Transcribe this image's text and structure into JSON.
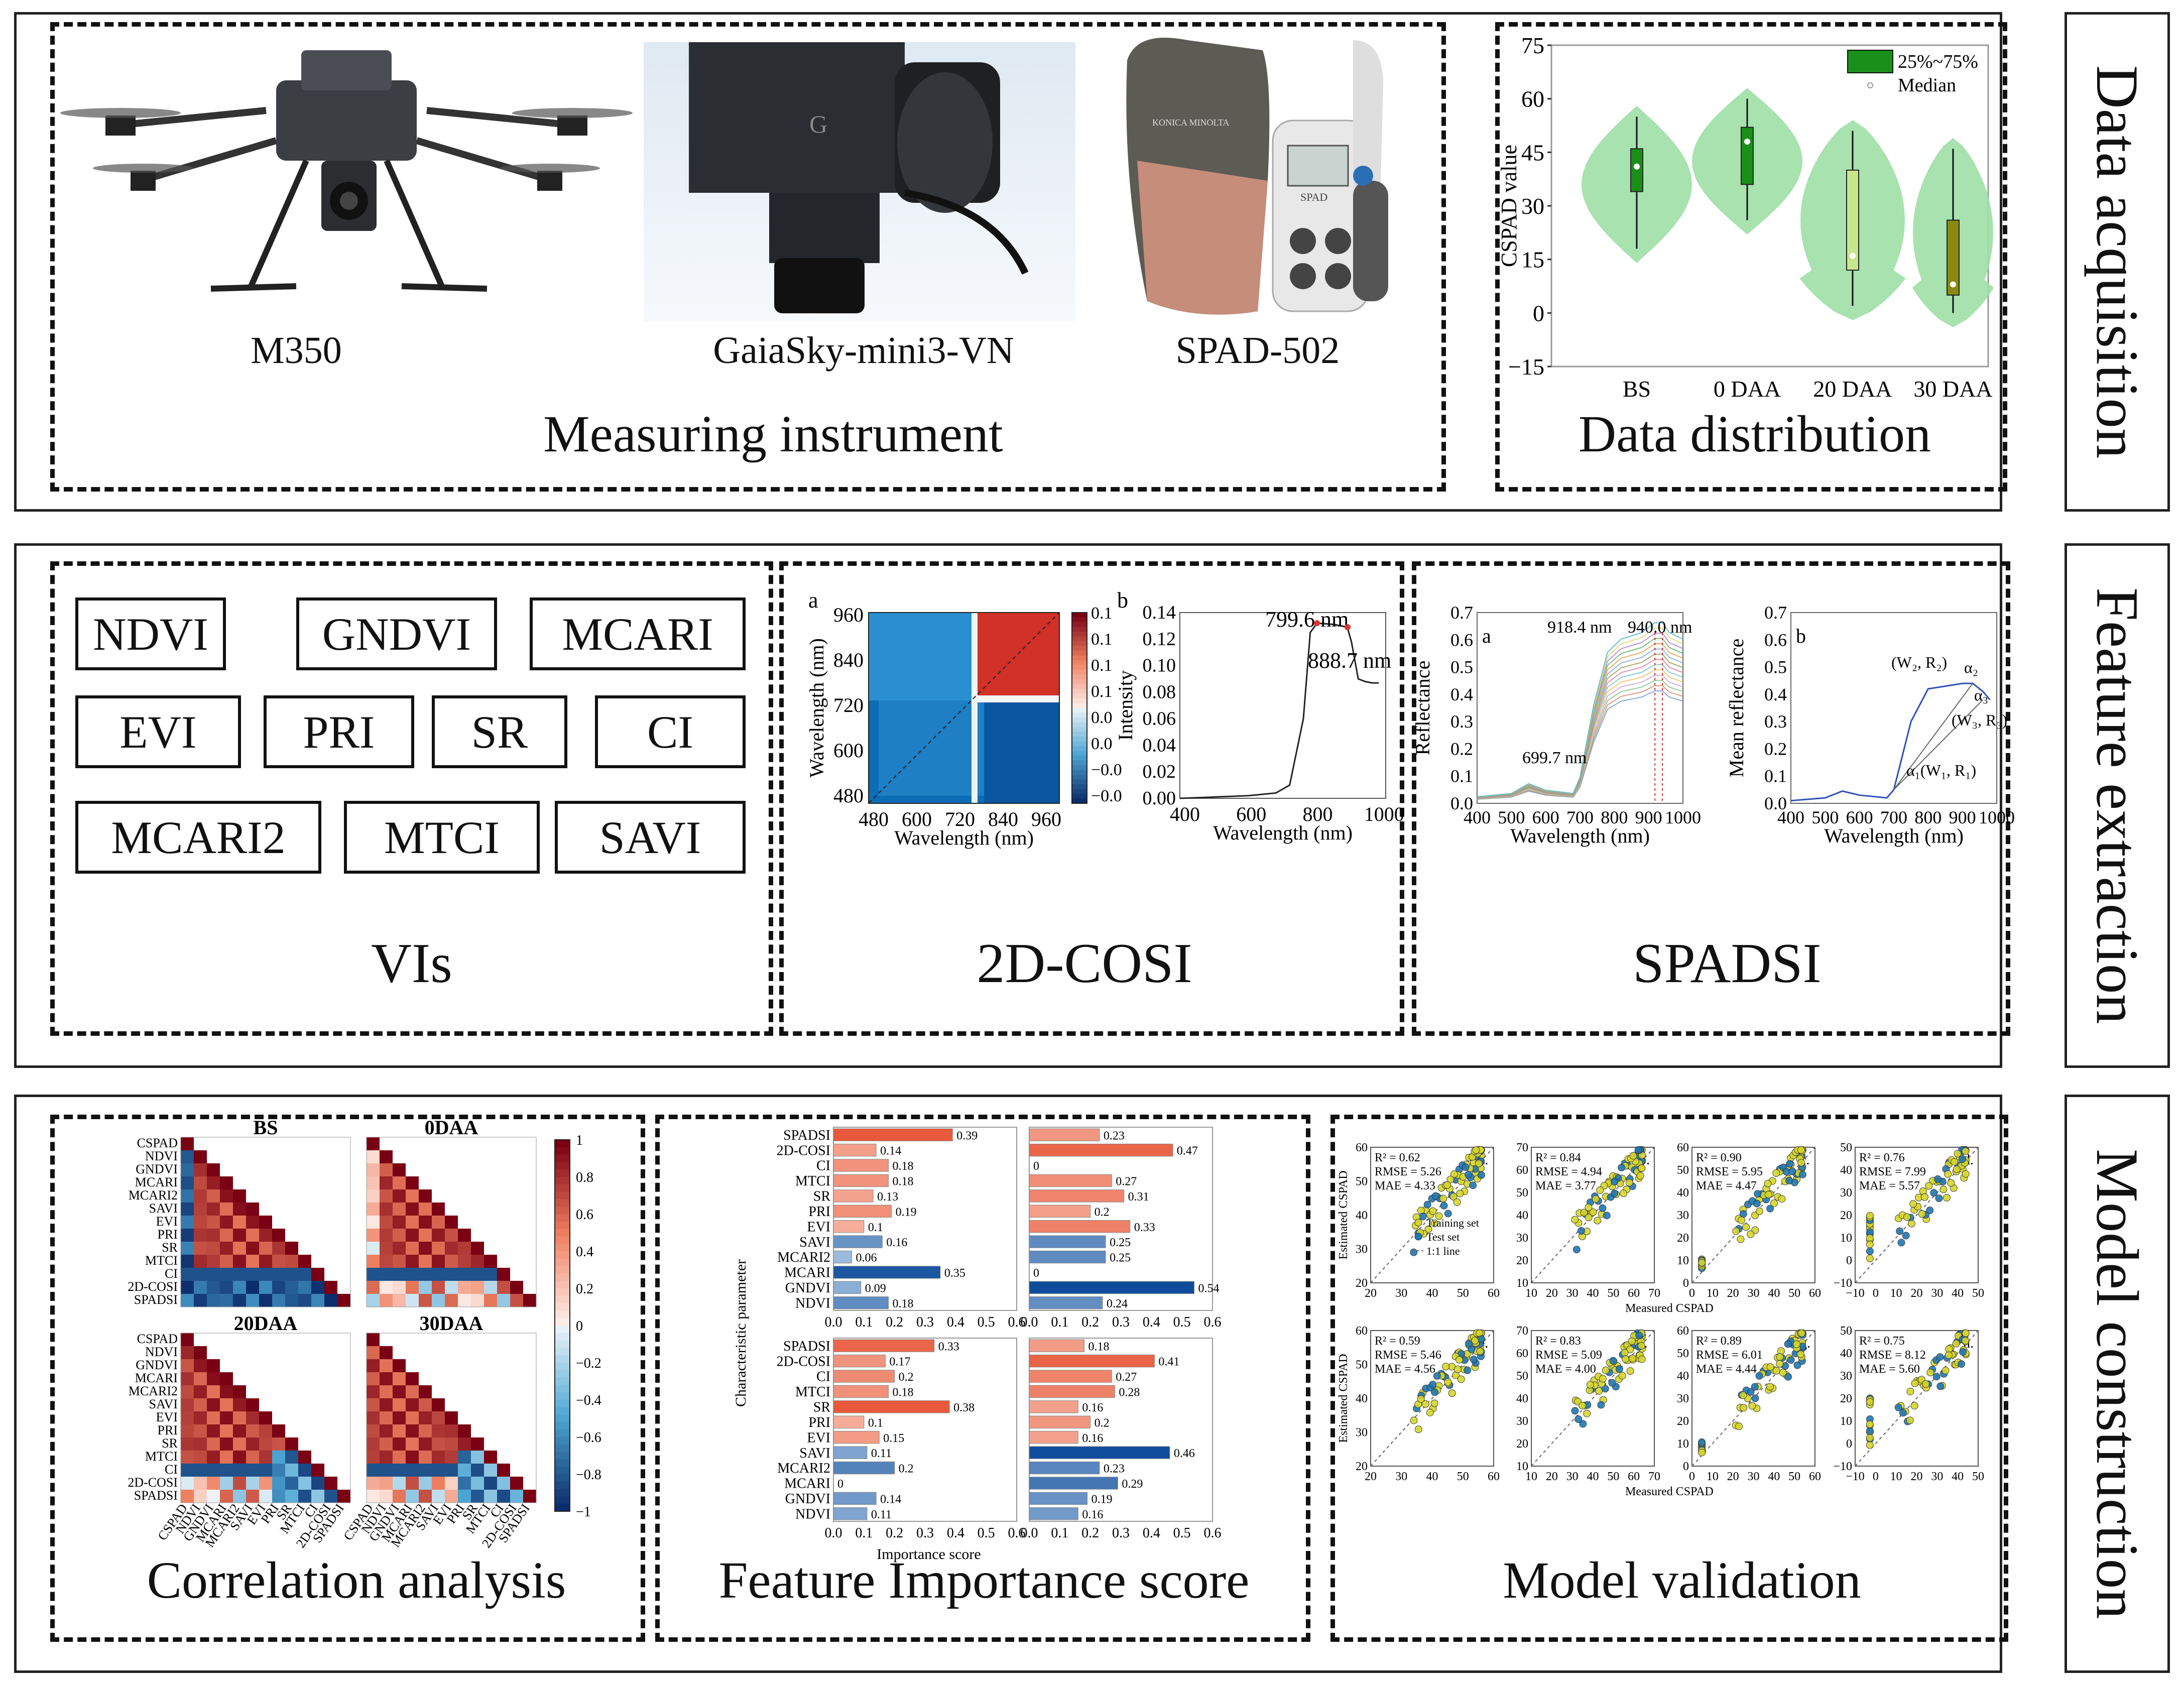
{
  "rows": {
    "acquisition": "Data acquisition",
    "feature": "Feature extraction",
    "model": "Model construction"
  },
  "instruments": {
    "caption": "Measuring instrument",
    "items": [
      "M350",
      "GaiaSky-mini3-VN",
      "SPAD-502"
    ],
    "spad_brand": "KONICA MINOLTA",
    "spad_screen": "SPAD"
  },
  "distribution": {
    "caption": "Data distribution"
  },
  "vis": {
    "caption": "VIs",
    "list": [
      "NDVI",
      "GNDVI",
      "MCARI",
      "EVI",
      "PRI",
      "SR",
      "CI",
      "MCARI2",
      "MTCI",
      "SAVI"
    ]
  },
  "cosi": {
    "caption": "2D-COSI",
    "panel_a": "a",
    "panel_b": "b",
    "peak1": "799.6 nm",
    "peak2": "888.7 nm",
    "colorbar_ticks": [
      "0.1",
      "0.1",
      "0.1",
      "0.1",
      "0.0",
      "0.0",
      "−0.0",
      "−0.0"
    ]
  },
  "spadsi": {
    "caption": "SPADSI",
    "panel_a": "a",
    "panel_b": "b",
    "peak_a1": "918.4 nm",
    "peak_a2": "940.0 nm",
    "peak_a3": "699.7 nm",
    "pt_a2": "α₂",
    "pt_w2": "(W₂, R₂)",
    "pt_a3": "α₃",
    "pt_w3": "(W₃, R₃)",
    "pt_w1": "α₁(W₁, R₁)"
  },
  "correlation": {
    "caption": "Correlation analysis",
    "titles": [
      "BS",
      "0DAA",
      "20DAA",
      "30DAA"
    ],
    "vars": [
      "CSPAD",
      "NDVI",
      "GNDVI",
      "MCARI",
      "MCARI2",
      "SAVI",
      "EVI",
      "PRI",
      "SR",
      "MTCI",
      "CI",
      "2D-COSI",
      "SPADSI"
    ],
    "colorbar_ticks": [
      "1",
      "0.8",
      "0.6",
      "0.4",
      "0.2",
      "0",
      "−0.2",
      "−0.4",
      "−0.6",
      "−0.8",
      "−1"
    ]
  },
  "importance": {
    "caption": "Feature Importance score",
    "ylabel": "Characteristic parameter",
    "xlabel": "Importance score",
    "features": [
      "SPADSI",
      "2D-COSI",
      "CI",
      "MTCI",
      "SR",
      "PRI",
      "EVI",
      "SAVI",
      "MCARI2",
      "MCARI",
      "GNDVI",
      "NDVI"
    ],
    "ticks": [
      "0.0",
      "0.1",
      "0.2",
      "0.3",
      "0.4",
      "0.5",
      "0.6"
    ],
    "ticks_last": "0.60.0"
  },
  "validation": {
    "caption": "Model validation",
    "ylabel": "Estimated CSPAD",
    "xlabel": "Measured CSPAD",
    "legend": [
      "Training set",
      "Test set",
      "1:1 line"
    ]
  },
  "chart_data": [
    {
      "type": "violin",
      "ylabel": "CSPAD value",
      "categories": [
        "BS",
        "0 DAA",
        "20 DAA",
        "30 DAA"
      ],
      "ylim": [
        -15,
        75
      ],
      "yticks": [
        75,
        60,
        45,
        30,
        15,
        0,
        -15
      ],
      "legend": [
        "25%~75%",
        "Median"
      ],
      "legend_position": "top-right",
      "q1": [
        34,
        36,
        12,
        5
      ],
      "q3": [
        46,
        52,
        40,
        26
      ],
      "median": [
        41,
        48,
        16,
        8
      ],
      "min": [
        18,
        26,
        2,
        0
      ],
      "max": [
        55,
        60,
        51,
        46
      ],
      "colors": {
        "violin": "#9ddfa6",
        "box": "#1a8f1a",
        "box_light": "#c8e68a",
        "box_dark": "#8a8a10"
      }
    },
    {
      "type": "line",
      "panel": "b (2D-COSI intensity)",
      "ylabel": "Intensity",
      "xlabel": "Wavelength (nm)",
      "xlim": [
        400,
        1000
      ],
      "ylim": [
        0,
        0.14
      ],
      "xticks": [
        "400",
        "600",
        "800",
        "1000"
      ],
      "yticks": [
        "0.14",
        "0.12",
        "0.10",
        "0.08",
        "0.06",
        "0.04",
        "0.02",
        "0.00"
      ],
      "x": [
        400,
        500,
        600,
        680,
        720,
        760,
        780,
        800,
        850,
        888,
        900,
        920,
        940,
        960,
        980
      ],
      "y": [
        0.0,
        0.001,
        0.002,
        0.004,
        0.01,
        0.06,
        0.125,
        0.132,
        0.131,
        0.129,
        0.118,
        0.09,
        0.088,
        0.087,
        0.087
      ]
    },
    {
      "type": "heatmap",
      "panel": "a (2D-COSI synchronous map)",
      "xlabel": "Wavelength (nm)",
      "ylabel": "Wavelength (nm)",
      "xticks": [
        "480",
        "600",
        "720",
        "840",
        "960"
      ],
      "yticks": [
        "960",
        "840",
        "720",
        "600",
        "480"
      ]
    },
    {
      "type": "line",
      "panel": "a (reflectance spectra)",
      "ylabel": "Reflectance",
      "xlabel": "Wavelength (nm)",
      "xticks": [
        "400",
        "500",
        "600",
        "700",
        "800",
        "900",
        "1000"
      ],
      "yticks": [
        "0.7",
        "0.6",
        "0.5",
        "0.4",
        "0.3",
        "0.2",
        "0.1",
        "0.0"
      ],
      "ylim": [
        0,
        0.7
      ]
    },
    {
      "type": "line",
      "panel": "b (mean reflectance)",
      "ylabel": "Mean reflectance",
      "xlabel": "Wavelength (nm)",
      "xticks": [
        "400",
        "500",
        "600",
        "700",
        "800",
        "900",
        "1000"
      ],
      "yticks": [
        "0.7",
        "0.6",
        "0.5",
        "0.4",
        "0.3",
        "0.2",
        "0.1",
        "0.0"
      ],
      "x": [
        400,
        500,
        550,
        600,
        680,
        700,
        750,
        800,
        850,
        900,
        930,
        960,
        980
      ],
      "y": [
        0.01,
        0.02,
        0.045,
        0.03,
        0.02,
        0.05,
        0.3,
        0.42,
        0.43,
        0.44,
        0.44,
        0.41,
        0.38
      ]
    },
    {
      "type": "bar",
      "panel": "importance top-left",
      "values": [
        0.39,
        0.14,
        0.18,
        0.18,
        0.13,
        0.19,
        0.1,
        0.16,
        0.06,
        0.35,
        0.09,
        0.18
      ]
    },
    {
      "type": "bar",
      "panel": "importance top-right",
      "values": [
        0.23,
        0.47,
        0,
        0.27,
        0.31,
        0.2,
        0.33,
        0.25,
        0.25,
        0,
        0.54,
        0.24
      ]
    },
    {
      "type": "bar",
      "panel": "importance bottom-left",
      "values": [
        0.33,
        0.17,
        0.2,
        0.18,
        0.38,
        0.1,
        0.15,
        0.11,
        0.2,
        0,
        0.14,
        0.11
      ]
    },
    {
      "type": "bar",
      "panel": "importance bottom-right",
      "values": [
        0.18,
        0.41,
        0.27,
        0.28,
        0.16,
        0.2,
        0.16,
        0.46,
        0.23,
        0.29,
        0.19,
        0.16
      ]
    },
    {
      "type": "scatter",
      "panels": [
        {
          "id": "a",
          "r2": "R² = 0.62",
          "rmse": "RMSE = 5.26",
          "mae": "MAE = 4.33",
          "xticks": [
            "20",
            "30",
            "40",
            "50",
            "60"
          ],
          "yticks": [
            "60",
            "50",
            "40",
            "30",
            "20"
          ]
        },
        {
          "id": "b",
          "r2": "R² = 0.84",
          "rmse": "RMSE = 4.94",
          "mae": "MAE = 3.77",
          "xticks": [
            "10",
            "20",
            "30",
            "40",
            "50",
            "60",
            "70"
          ],
          "yticks": [
            "70",
            "60",
            "50",
            "40",
            "30",
            "20",
            "10"
          ]
        },
        {
          "id": "c",
          "r2": "R² = 0.90",
          "rmse": "RMSE = 5.95",
          "mae": "MAE = 4.47",
          "xticks": [
            "0",
            "10",
            "20",
            "30",
            "40",
            "50",
            "60"
          ],
          "yticks": [
            "60",
            "50",
            "40",
            "30",
            "20",
            "10",
            "0"
          ]
        },
        {
          "id": "d",
          "r2": "R² = 0.76",
          "rmse": "RMSE = 7.99",
          "mae": "MAE = 5.57",
          "xticks": [
            "−10",
            "0",
            "10",
            "20",
            "30",
            "40",
            "50"
          ],
          "yticks": [
            "50",
            "40",
            "30",
            "20",
            "10",
            "0",
            "−10"
          ]
        },
        {
          "id": "e",
          "r2": "R² = 0.59",
          "rmse": "RMSE = 5.46",
          "mae": "MAE = 4.56",
          "xticks": [
            "20",
            "30",
            "40",
            "50",
            "60"
          ],
          "yticks": [
            "60",
            "50",
            "40",
            "30",
            "20"
          ]
        },
        {
          "id": "f",
          "r2": "R² = 0.83",
          "rmse": "RMSE = 5.09",
          "mae": "MAE = 4.00",
          "xticks": [
            "10",
            "20",
            "30",
            "40",
            "50",
            "60",
            "70"
          ],
          "yticks": [
            "70",
            "60",
            "50",
            "40",
            "30",
            "20",
            "10"
          ]
        },
        {
          "id": "g",
          "r2": "R² = 0.89",
          "rmse": "RMSE = 6.01",
          "mae": "MAE = 4.44",
          "xticks": [
            "0",
            "10",
            "20",
            "30",
            "40",
            "50",
            "60"
          ],
          "yticks": [
            "60",
            "50",
            "40",
            "30",
            "20",
            "10",
            "0"
          ]
        },
        {
          "id": "h",
          "r2": "R² = 0.75",
          "rmse": "RMSE = 8.12",
          "mae": "MAE = 5.60",
          "xticks": [
            "−10",
            "0",
            "10",
            "20",
            "30",
            "40",
            "50"
          ],
          "yticks": [
            "50",
            "40",
            "30",
            "20",
            "10",
            "0",
            "−10"
          ]
        }
      ],
      "colors": {
        "train": "#d6d62a",
        "test": "#1f77b4"
      }
    }
  ]
}
